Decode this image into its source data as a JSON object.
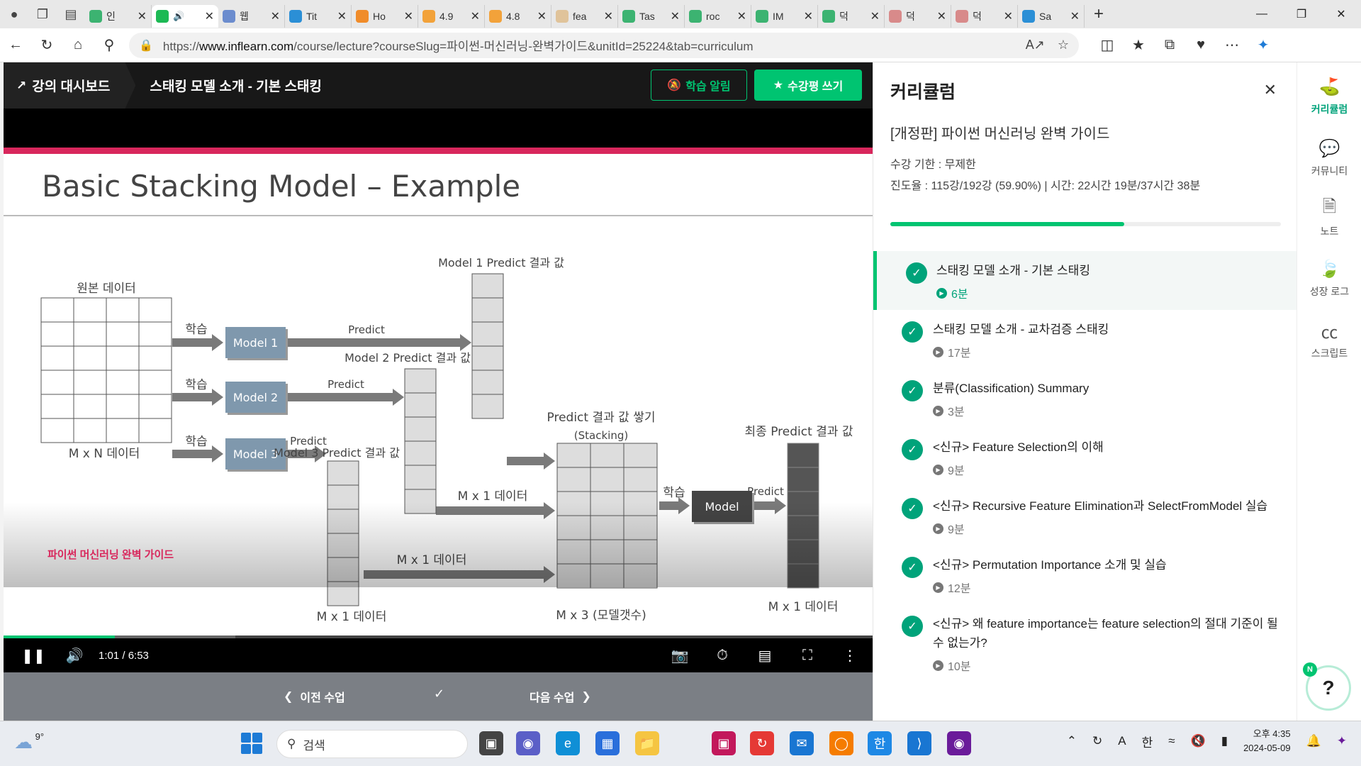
{
  "tabs": [
    {
      "title": "인",
      "color": "#3cb371",
      "active": false
    },
    {
      "title": "",
      "color": "#1db954",
      "active": true,
      "audio": true
    },
    {
      "title": "웹",
      "color": "#6b8cce",
      "active": false
    },
    {
      "title": "Tit",
      "color": "#2b8fd6",
      "active": false
    },
    {
      "title": "Ho",
      "color": "#f08c2a",
      "active": false
    },
    {
      "title": "4.9",
      "color": "#f2a23a",
      "active": false
    },
    {
      "title": "4.8",
      "color": "#f2a23a",
      "active": false
    },
    {
      "title": "fea",
      "color": "#e0c39a",
      "active": false
    },
    {
      "title": "Tas",
      "color": "#3cb371",
      "active": false
    },
    {
      "title": "roc",
      "color": "#3cb371",
      "active": false
    },
    {
      "title": "IM",
      "color": "#3cb371",
      "active": false
    },
    {
      "title": "덕",
      "color": "#3cb371",
      "active": false
    },
    {
      "title": "덕",
      "color": "#d88a8a",
      "active": false
    },
    {
      "title": "덕",
      "color": "#d88a8a",
      "active": false
    },
    {
      "title": "Sa",
      "color": "#2b8fd6",
      "active": false
    }
  ],
  "address": {
    "url_prefix": "https://",
    "url_host": "www.inflearn.com",
    "url_path": "/course/lecture?courseSlug=파이썬-머신러닝-완벽가이드&unitId=25224&tab=curriculum"
  },
  "lecture": {
    "dashboard_label": "강의 대시보드",
    "title": "스태킹 모델 소개 - 기본 스태킹",
    "notify_label": "학습 알림",
    "review_label": "수강평 쓰기"
  },
  "slide": {
    "title": "Basic Stacking Model – Example",
    "footer": "파이썬 머신러닝 완벽 가이드",
    "labels": {
      "original_data": "원본 데이터",
      "mxn": "M x N 데이터",
      "train": "학습",
      "predict": "Predict",
      "model1": "Model 1",
      "model2": "Model 2",
      "model3": "Model 3",
      "model": "Model",
      "m1_result": "Model 1 Predict 결과 값",
      "m2_result": "Model 2 Predict 결과 값",
      "m3_result": "Model 3 Predict 결과 값",
      "stack_title": "Predict 결과 값 쌓기",
      "stack_sub": "(Stacking)",
      "mx1": "M x 1 데이터",
      "mx3": "M x 3 (모델갯수)",
      "final": "최종 Predict 결과 값"
    }
  },
  "player": {
    "time": "1:01 / 6:53",
    "played_fraction": 0.128,
    "buffered_fraction": 0.267
  },
  "lecture_nav": {
    "prev": "이전 수업",
    "next": "다음 수업"
  },
  "curriculum": {
    "title": "커리큘럼",
    "course_name": "[개정판] 파이썬 머신러닝 완벽 가이드",
    "period": "수강 기한 : 무제한",
    "progress_text": "진도율 : 115강/192강 (59.90%) | 시간: 22시간 19분/37시간 38분",
    "progress_fraction": 0.599,
    "lessons": [
      {
        "title": "스태킹 모델 소개 - 기본 스태킹",
        "duration": "6분",
        "current": true
      },
      {
        "title": "스태킹 모델 소개 - 교차검증 스태킹",
        "duration": "17분",
        "current": false
      },
      {
        "title": "분류(Classification) Summary",
        "duration": "3분",
        "current": false
      },
      {
        "title": "<신규> Feature Selection의 이해",
        "duration": "9분",
        "current": false
      },
      {
        "title": "<신규> Recursive Feature Elimination과 SelectFromModel 실습",
        "duration": "9분",
        "current": false
      },
      {
        "title": "<신규> Permutation Importance 소개 및 실습",
        "duration": "12분",
        "current": false
      },
      {
        "title": "<신규> 왜 feature importance는 feature selection의 절대 기준이 될 수 없는가?",
        "duration": "10분",
        "current": false
      }
    ]
  },
  "rail": [
    {
      "label": "커리큘럼",
      "icon": "curriculum-icon",
      "active": true
    },
    {
      "label": "커뮤니티",
      "icon": "chat-icon",
      "active": false
    },
    {
      "label": "노트",
      "icon": "note-icon",
      "active": false
    },
    {
      "label": "성장 로그",
      "icon": "leaf-icon",
      "active": false
    },
    {
      "label": "스크립트",
      "icon": "cc-icon",
      "active": false
    }
  ],
  "taskbar": {
    "temperature": "9°",
    "search_placeholder": "검색",
    "time": "오후 4:35",
    "date": "2024-05-09",
    "ime_lang": "한",
    "ime_mode": "A"
  },
  "colors": {
    "accent": "#00c471",
    "slide_accent": "#d8275c"
  }
}
